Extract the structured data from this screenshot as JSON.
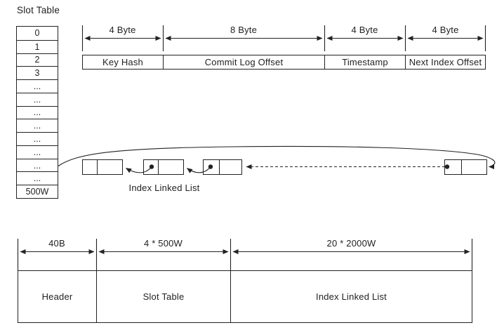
{
  "slot_table": {
    "title": "Slot Table",
    "rows": [
      "0",
      "1",
      "2",
      "3",
      "...",
      "...",
      "...",
      "...",
      "...",
      "...",
      "...",
      "...",
      "500W"
    ]
  },
  "record_layout": {
    "fields": [
      {
        "size": "4 Byte",
        "name": "Key Hash"
      },
      {
        "size": "8 Byte",
        "name": "Commit Log Offset"
      },
      {
        "size": "4 Byte",
        "name": "Timestamp"
      },
      {
        "size": "4 Byte",
        "name": "Next Index Offset"
      }
    ]
  },
  "linked_list": {
    "label": "Index Linked List"
  },
  "memory_layout": {
    "sections": [
      {
        "size": "40B",
        "name": "Header"
      },
      {
        "size": "4 * 500W",
        "name": "Slot Table"
      },
      {
        "size": "20 * 2000W",
        "name": "Index Linked List"
      }
    ]
  },
  "colors": {
    "line": "#222222",
    "background": "#ffffff"
  }
}
